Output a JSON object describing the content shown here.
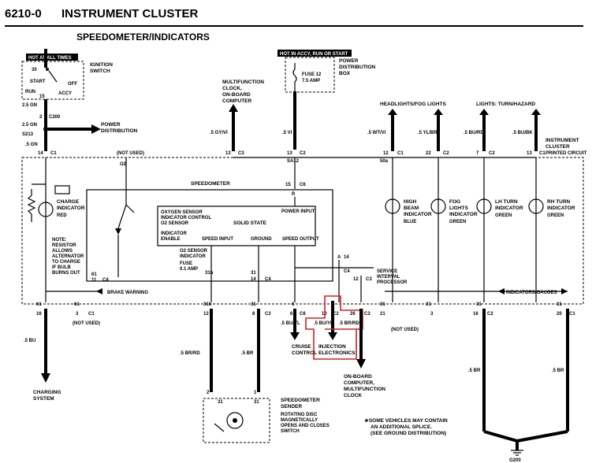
{
  "header": {
    "code": "6210-0",
    "title": "INSTRUMENT CLUSTER",
    "subtitle": "SPEEDOMETER/INDICATORS"
  },
  "power": {
    "hot_all_times": "HOT AT ALL TIMES",
    "hot_accy": "HOT IN ACCY, RUN OR START",
    "ignition_switch": [
      "IGNITION",
      "SWITCH"
    ],
    "power_dist_box": [
      "POWER",
      "DISTRIBUTION",
      "BOX"
    ],
    "fuse": [
      "FUSE 12",
      "7.5 AMP"
    ],
    "switch_positions": {
      "start": "START",
      "off": "OFF",
      "run": "RUN",
      "accy": "ACCY",
      "pin30": "30",
      "pin15": "15"
    }
  },
  "wires": {
    "ign_a": "2.5 GN",
    "ign_b": "2.5 GN",
    "s213": "S213",
    "c200": "C200",
    "gn5": ".5 GN",
    "pin2": "2",
    "power_distribution": [
      "POWER",
      "DISTRIBUTION"
    ],
    "mf_clock": [
      "MULTIFUNCTION",
      "CLOCK,",
      "ON-BOARD",
      "COMPUTER"
    ],
    "gy_vi": ".5 GY/VI",
    "vi": ".5 VI",
    "headlights": "HEADLIGHTS/FOG LIGHTS",
    "lights_turn": "LIGHTS: TURN/HAZARD",
    "wt_vi": ".5 WT/VI",
    "yl_br": ".5 YL/BR",
    "bu_rd": ".5 BU/RD",
    "bu_bk": ".5 BU/BK",
    "not_used_top": "(NOT USED)",
    "o2": "O2",
    "bu": ".5 BU",
    "br_rd": ".5 BR/RD",
    "br": ".5 BR",
    "bu_yl": ".5 BU/YL",
    "br_rd2": ".5 BR/RD",
    "br_left": ".5 BR",
    "br_right": ".5 BR",
    "not_used_c1": "(NOT USED)",
    "not_used_bottom": "(NOT USED)"
  },
  "connectors": {
    "c1_14": "14",
    "c1": "C1",
    "c3_13": "13",
    "c3": "C3",
    "c2_13": "13",
    "c2": "C2",
    "c1_12": "12",
    "c1b": "C1",
    "c2_22": "22",
    "c2b": "C2",
    "c2_7": "7",
    "c2c": "C2",
    "c1_13": "13",
    "c1c": "C1",
    "c6_15": "15",
    "c6": "C6",
    "r": "R",
    "sa12": "SA12",
    "s0a": "50a",
    "b_16": "16",
    "b_3": "3",
    "b_c1": "C1",
    "b_12": "12",
    "b_8": "8",
    "b_c2": "C2",
    "b_6": "6",
    "b_c6": "C6",
    "b_10": "10",
    "b_c2b": "C2",
    "b_26": "26",
    "b_c2c": "C2",
    "b_21": "21",
    "b_3b": "3",
    "b_16b": "16",
    "b_c2d": "C2",
    "b_20": "20",
    "b_c1b": "C1",
    "i_61": "61",
    "i_11": "11",
    "i_c4": "C4",
    "i_31b": "31b",
    "i_31": "31",
    "i_14": "14",
    "i_c4b": "C4",
    "i_12": "12",
    "i_a": "A",
    "i_14b": "14",
    "i_c4c": "C4",
    "i_c3": "C3",
    "l_61": "61",
    "l_61b": "61",
    "l_31b": "31b",
    "l_31": "31",
    "l_6": "6",
    "l_31c": "31",
    "l_31d": "31",
    "l_31e": "31",
    "l_31f": "31"
  },
  "cluster": {
    "label": [
      "INSTRUMENT",
      "CLUSTER",
      "PRINTED CIRCUIT"
    ],
    "speedometer": "SPEEDOMETER",
    "solid_state": "SOLID STATE",
    "power_input": "POWER INPUT",
    "o2_block": [
      "OXYGEN SENSOR",
      "INDICATOR CONTROL",
      "O2 SENSOR"
    ],
    "indicator_enable": [
      "INDICATOR",
      "ENABLE"
    ],
    "speed_input": "SPEED INPUT",
    "ground": "GROUND",
    "speed_output": "SPEED OUTPUT",
    "o2_indicator": [
      "O2 SENSOR",
      "INDICATOR"
    ],
    "fuse_01": [
      "FUSE",
      "0.1 AMP"
    ],
    "charge": [
      "CHARGE",
      "INDICATOR",
      "RED"
    ],
    "note": [
      "NOTE:",
      "RESISTOR",
      "ALLOWS",
      "ALTERNATOR",
      "TO CHARGE",
      "IF BULB",
      "BURNS OUT"
    ],
    "high_beam": [
      "HIGH",
      "BEAM",
      "INDICATOR",
      "BLUE"
    ],
    "fog": [
      "FOG",
      "LIGHTS",
      "INDICATOR",
      "GREEN"
    ],
    "lh_turn": [
      "LH TURN",
      "INDICATOR",
      "GREEN"
    ],
    "rh_turn": [
      "RH TURN",
      "INDICATOR",
      "GREEN"
    ],
    "service": [
      "SERVICE",
      "INTERVAL",
      "PROCESSOR"
    ],
    "brake_warning": "BRAKE WARNING",
    "indicators_gauges": "INDICATORS/GAUGES"
  },
  "bottom": {
    "charging": [
      "CHARGING",
      "SYSTEM"
    ],
    "cruise": [
      "CRUISE",
      "CONTROL"
    ],
    "injection": [
      "INJECTION",
      "ELECTRONICS"
    ],
    "onboard": [
      "ON-BOARD",
      "COMPUTER,",
      "MULTIFUNCTION",
      "CLOCK"
    ],
    "sender": [
      "SPEEDOMETER",
      "SENDER",
      "ROTATING DISC",
      "MAGNETICALLY",
      "OPENS AND CLOSES",
      "SWITCH"
    ],
    "sender_pins": [
      "2",
      "31",
      "1",
      "31"
    ],
    "footnote": [
      "★SOME VEHICLES MAY CONTAIN",
      "AN ADDITIONAL SPLICE.",
      "(SEE GROUND DISTRIBUTION)"
    ],
    "g200": "G200"
  }
}
